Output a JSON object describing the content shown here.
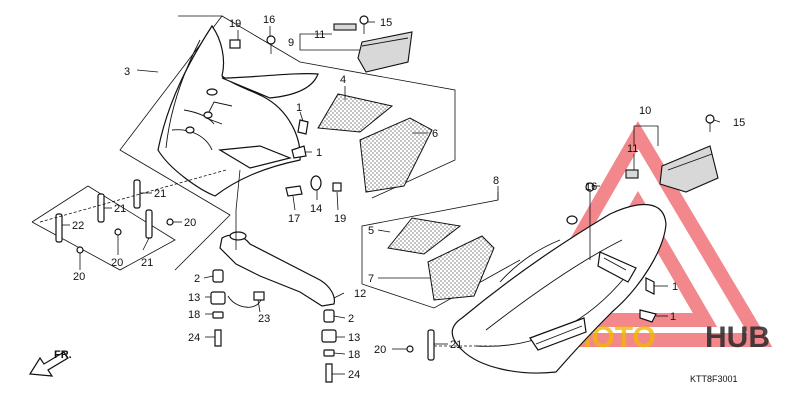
{
  "diagram": {
    "title": "",
    "code": "KTT8F3001",
    "direction": "FR.",
    "watermark": {
      "word1": "AUTOMOTO",
      "word2": "HUB",
      "color1": "#f2b705",
      "color2": "#2a2a2a",
      "mark_color": "#e8262b"
    },
    "callouts": {
      "c1a": "1",
      "c1b": "1",
      "c1c": "1",
      "c1d": "1",
      "c2a": "2",
      "c2b": "2",
      "c3": "3",
      "c4": "4",
      "c5": "5",
      "c6": "6",
      "c7": "7",
      "c8": "8",
      "c9": "9",
      "c10": "10",
      "c11a": "11",
      "c11b": "11",
      "c12": "12",
      "c13a": "13",
      "c13b": "13",
      "c14": "14",
      "c15a": "15",
      "c15b": "15",
      "c16a": "16",
      "c16b": "16",
      "c17": "17",
      "c18a": "18",
      "c18b": "18",
      "c19a": "19",
      "c19b": "19",
      "c20a": "20",
      "c20b": "20",
      "c20c": "20",
      "c20d": "20",
      "c21a": "21",
      "c21b": "21",
      "c21c": "21",
      "c21d": "21",
      "c22": "22",
      "c23": "23",
      "c24a": "24",
      "c24b": "24"
    }
  }
}
